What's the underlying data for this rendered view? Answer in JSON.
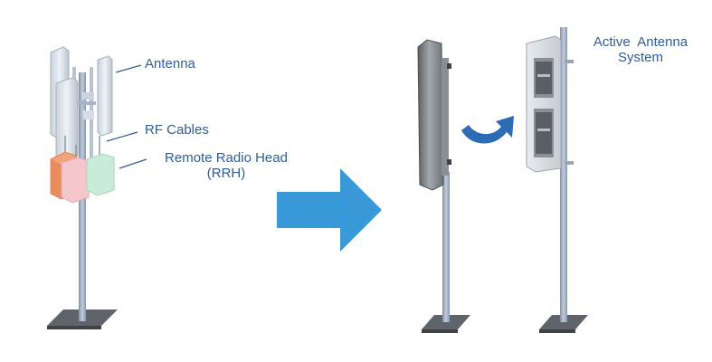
{
  "labels": {
    "antenna": "Antenna",
    "rf_cables": "RF Cables",
    "rrh_line1": "Remote Radio Head",
    "rrh_line2": "(RRH)",
    "aas_line1": "Active  Antenna",
    "aas_line2": "System"
  },
  "colors": {
    "label_text": "#2f5d9c",
    "arrow_blue": "#3a9ad9",
    "curved_arrow": "#2b6cb5",
    "pole": "#9aa7bd",
    "base_plate": "#5f646b",
    "rrh_orange": "#f0a27a",
    "rrh_pink": "#f5c6cc",
    "rrh_green": "#c9ebd8",
    "antenna_panel": "#dfe6ee"
  }
}
